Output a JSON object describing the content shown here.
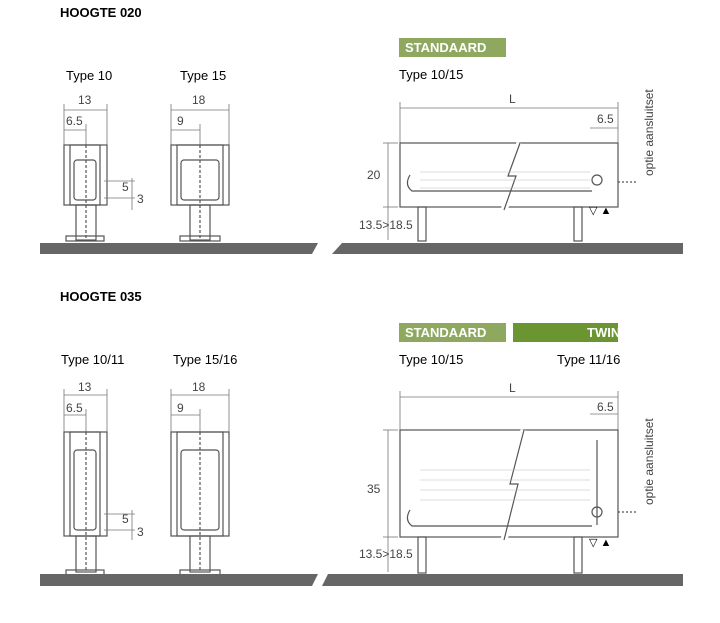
{
  "sections": [
    {
      "heading": "HOOGTE 020",
      "side_views": [
        {
          "type_label": "Type 10",
          "width_dim": "13",
          "half_dim": "6.5",
          "small_dim_a": "5",
          "small_dim_b": "3"
        },
        {
          "type_label": "Type 15",
          "width_dim": "18",
          "half_dim": "9"
        }
      ],
      "badges": [
        {
          "text": "STANDAARD",
          "color": "#8fa85f"
        }
      ],
      "front_type_labels": [
        "Type 10/15"
      ],
      "front": {
        "length_dim": "L",
        "height_dim": "20",
        "conn_dim": "6.5",
        "foot_dim": "13.5>18.5",
        "option_label": "optie aansluitset",
        "valve_symbols": "▽ ▲"
      }
    },
    {
      "heading": "HOOGTE 035",
      "side_views": [
        {
          "type_label": "Type 10/11",
          "width_dim": "13",
          "half_dim": "6.5",
          "small_dim_a": "5",
          "small_dim_b": "3"
        },
        {
          "type_label": "Type 15/16",
          "width_dim": "18",
          "half_dim": "9"
        }
      ],
      "badges": [
        {
          "text": "STANDAARD",
          "color": "#8fa85f"
        },
        {
          "text": "TWIN",
          "color": "#6a9530"
        }
      ],
      "front_type_labels": [
        "Type 10/15",
        "Type 11/16"
      ],
      "front": {
        "length_dim": "L",
        "height_dim": "35",
        "conn_dim": "6.5",
        "foot_dim": "13.5>18.5",
        "option_label": "optie aansluitset",
        "valve_symbols": "▽ ▲"
      }
    }
  ]
}
